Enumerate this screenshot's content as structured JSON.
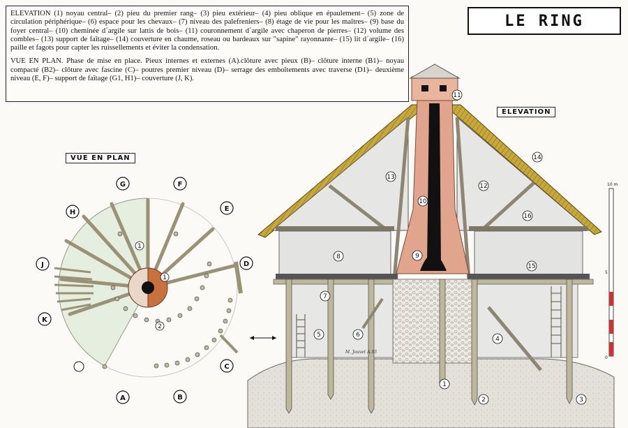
{
  "title": "LE RING",
  "legend": {
    "elevation": "ELEVATION (1) noyau central– (2) pieu du premier rang– (3) pieu extérieur– (4) pieu oblique en épaulement– (5) zone de circulation périphérique– (6) espace pour les chevaux– (7) niveau des palefreniers– (8) étage de vie pour les maîtres– (9) base du foyer central– (10) cheminée d´argile sur lattis de bois– (11) couronnement d´argile avec chaperon de pierres– (12) volume des combles– (13) support de faîtage– (14) couverture en chaume, roseau ou bardeaux sur \"sapine\" rayonnante– (15) lit d´argile– (16) paille et fagots pour capter les ruissellements et éviter la condensation.",
    "plan": "VUE EN PLAN. Phase de mise en place. Pieux internes et externes (A).clôture avec pieux (B)– clôture interne (B1)– noyau compacté (B2)– clôture avec fascine (C)– poutres premier niveau (D)– serrage des emboîtements avec traverse (D1)– deuxième niveau (E, F)– support de faîtage (G1, H1)– couverture (J, K)."
  },
  "tags": {
    "plan_view": "VUE EN PLAN",
    "elevation_view": "ELEVATION"
  },
  "plan_letters": {
    "G": "G",
    "F": "F",
    "H": "H",
    "E": "E",
    "D": "D",
    "J": "J",
    "K": "K",
    "A": "A",
    "B": "B",
    "C": "C"
  },
  "plan_numbers": {
    "n1a": "1",
    "n1b": "1",
    "n2": "2"
  },
  "elev_numbers": {
    "n11": "11",
    "n13": "13",
    "n10": "10",
    "n12": "12",
    "n14": "14",
    "n16": "16",
    "n8": "8",
    "n9": "9",
    "n15": "15",
    "n7": "7",
    "n5": "5",
    "n6": "6",
    "n4": "4",
    "n1": "1",
    "n2": "2",
    "n3": "3"
  },
  "scale": {
    "top": "10 m",
    "mid": "5",
    "bottom": "0"
  },
  "signature": "M. Jouvet  A.93",
  "colors": {
    "thatch": "#b99a2e",
    "wall": "#e3e3e1",
    "chimney": "#e0a58c",
    "timber": "#bdb79b",
    "plan_fill": "#e5eedf",
    "core": "#c9703f",
    "ground": "#dcd9d2"
  }
}
